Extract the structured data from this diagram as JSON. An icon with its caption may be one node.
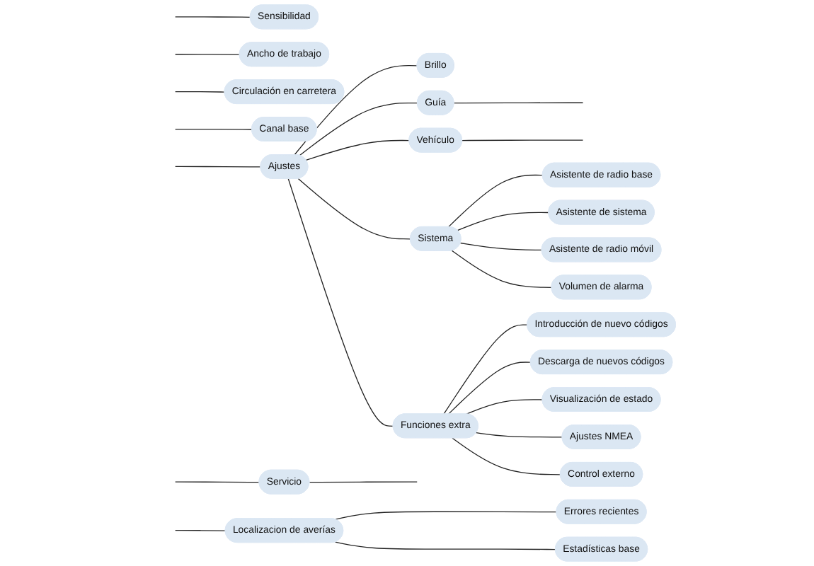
{
  "diagram": {
    "nodes": [
      {
        "text": [
          "Sensibilidad"
        ]
      },
      {
        "text": [
          "Ancho de trabajo"
        ]
      },
      {
        "text": [
          "Circulación en carretera"
        ]
      },
      {
        "text": [
          "Canal base"
        ]
      },
      {
        "text": [
          "Ajustes"
        ]
      },
      {
        "text": [
          "Localizacion de averías"
        ]
      },
      {
        "text": [
          "Servicio"
        ]
      },
      {
        "text": [
          "Brillo"
        ]
      },
      {
        "text": [
          "Guía"
        ]
      },
      {
        "text": [
          "Vehículo"
        ]
      },
      {
        "text": [
          "Sistema"
        ]
      },
      {
        "text": [
          "Funciones extra"
        ]
      },
      {
        "text": [
          "Errores recientes"
        ]
      },
      {
        "text": [
          "Estadísticas base"
        ]
      },
      {
        "text": [
          "Asistente de radio base"
        ]
      },
      {
        "text": [
          "Asistente de sistema"
        ]
      },
      {
        "text": [
          "Asistente de radio móvil"
        ]
      },
      {
        "text": [
          "Volumen de alarma"
        ]
      },
      {
        "text": [
          "Introducción de nuevo códigos"
        ]
      },
      {
        "text": [
          "Descarga de nuevos códigos"
        ]
      },
      {
        "text": [
          "Visualización de estado"
        ]
      },
      {
        "text": [
          "Ajustes NMEA"
        ]
      },
      {
        "text": [
          "Control externo"
        ]
      }
    ],
    "edges": [
      {
        "from": null,
        "to": 0,
        "arrow": "none"
      },
      {
        "from": null,
        "to": 1,
        "arrow": "none"
      },
      {
        "from": null,
        "to": 2,
        "arrow": "none"
      },
      {
        "from": null,
        "to": 3,
        "arrow": "none"
      },
      {
        "from": null,
        "to": 4,
        "arrow": "none"
      },
      {
        "from": null,
        "to": 5,
        "arrow": "none"
      },
      {
        "from": null,
        "to": 6,
        "arrow": "none"
      },
      {
        "from": 4,
        "to": 7,
        "arrow": "none"
      },
      {
        "from": 4,
        "to": 8,
        "arrow": "none"
      },
      {
        "from": 4,
        "to": 9,
        "arrow": "none"
      },
      {
        "from": 4,
        "to": 10,
        "arrow": "none"
      },
      {
        "from": 4,
        "to": 11,
        "arrow": "none"
      },
      {
        "from": 8,
        "to": null,
        "arrow": "none"
      },
      {
        "from": 9,
        "to": null,
        "arrow": "none"
      },
      {
        "from": 10,
        "to": 14,
        "arrow": "none"
      },
      {
        "from": 10,
        "to": 15,
        "arrow": "none"
      },
      {
        "from": 10,
        "to": 16,
        "arrow": "none"
      },
      {
        "from": 10,
        "to": 17,
        "arrow": "none"
      },
      {
        "from": 5,
        "to": 12,
        "arrow": "none"
      },
      {
        "from": 5,
        "to": 13,
        "arrow": "none"
      },
      {
        "from": 11,
        "to": 18,
        "arrow": "none"
      },
      {
        "from": 11,
        "to": 19,
        "arrow": "none"
      },
      {
        "from": 11,
        "to": 20,
        "arrow": "none"
      },
      {
        "from": 11,
        "to": 21,
        "arrow": "none"
      },
      {
        "from": 11,
        "to": 22,
        "arrow": "none"
      },
      {
        "from": 6,
        "to": null,
        "arrow": "none"
      }
    ]
  }
}
